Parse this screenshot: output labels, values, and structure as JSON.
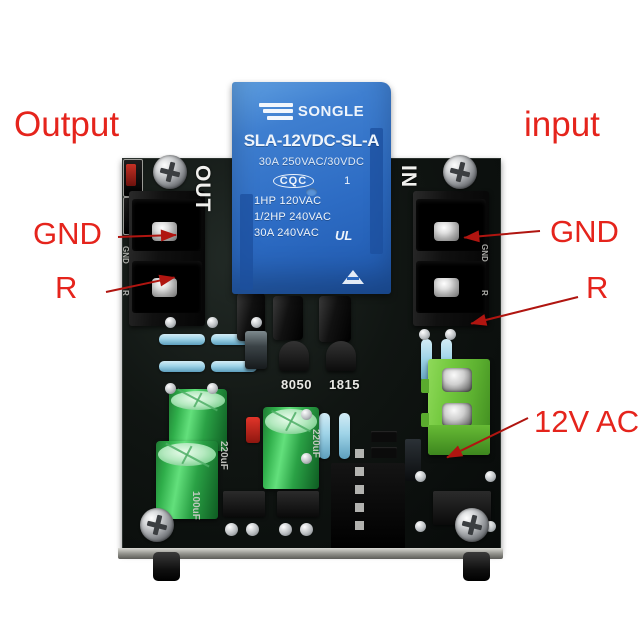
{
  "image": {
    "subject": "AC speaker protection relay board photo with red annotation labels",
    "background_color": "#ffffff",
    "annotation_color": "#e5241c"
  },
  "annotations": [
    {
      "id": "output",
      "text": "Output",
      "side": "left"
    },
    {
      "id": "input",
      "text": "input",
      "side": "right"
    },
    {
      "id": "gnd_left",
      "text": "GND",
      "side": "left"
    },
    {
      "id": "r_left",
      "text": "R",
      "side": "left"
    },
    {
      "id": "gnd_right",
      "text": "GND",
      "side": "right"
    },
    {
      "id": "r_right",
      "text": "R",
      "side": "right"
    },
    {
      "id": "power",
      "text": "12V AC",
      "side": "right"
    }
  ],
  "relay": {
    "brand": "SONGLE",
    "model": "SLA-12VDC-SL-A",
    "rating_main": "30A  250VAC/30VDC",
    "cert_cqc": "CQC",
    "pin_number": "1",
    "rating_lines": [
      "1HP 120VAC",
      "1/2HP 240VAC",
      "30A 240VAC"
    ],
    "ul_mark": "UL",
    "body_color": "#2d6cc4"
  },
  "board": {
    "color": "#0d1210",
    "terminal_out": {
      "silk_label": "OUT",
      "pin_labels": [
        "GND",
        "R"
      ]
    },
    "terminal_in": {
      "silk_label": "IN",
      "pin_labels": [
        "GND",
        "R"
      ]
    },
    "silkscreen": [
      {
        "id": "q1",
        "text": "8050"
      },
      {
        "id": "q2",
        "text": "1815"
      },
      {
        "id": "cap_a",
        "text": "220uF"
      },
      {
        "id": "cap_b",
        "text": "100uF"
      },
      {
        "id": "cap_c",
        "text": "220uF"
      }
    ],
    "power_terminal": {
      "color": "#5cb030",
      "positions": 2
    }
  }
}
